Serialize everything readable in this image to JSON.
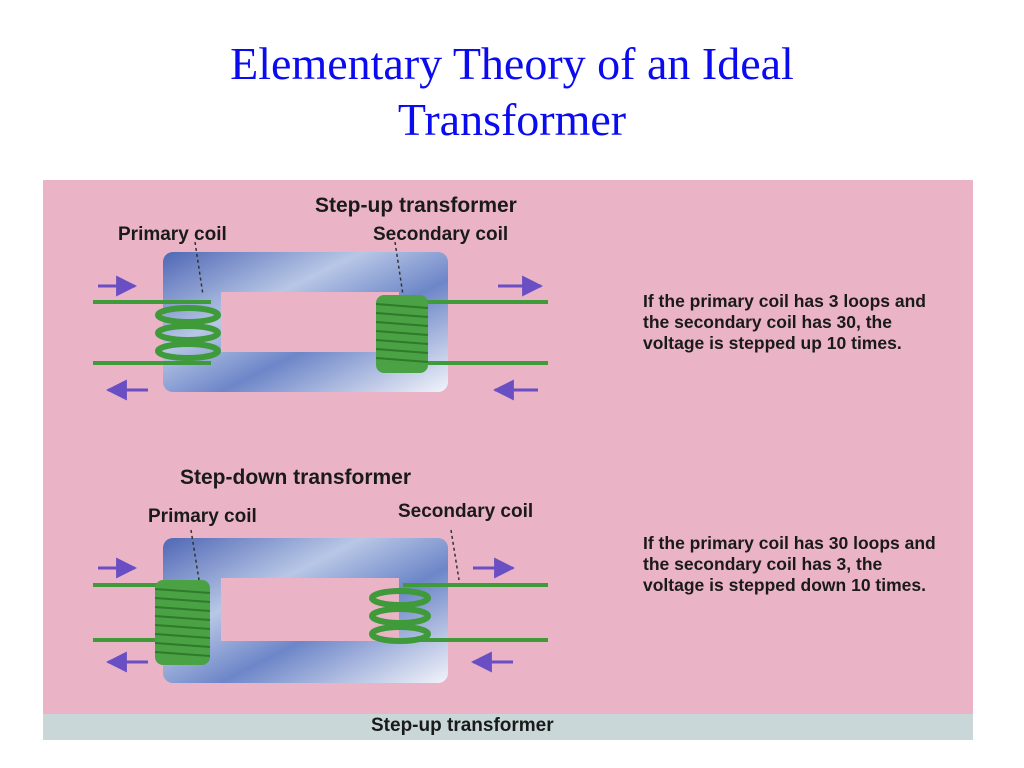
{
  "slide": {
    "title_line1": "Elementary Theory of an Ideal",
    "title_line2": "Transformer"
  },
  "step_up": {
    "heading": "Step-up transformer",
    "primary_label": "Primary coil",
    "secondary_label": "Secondary coil",
    "description": "If the primary coil has 3 loops and the secondary coil has 30, the voltage is stepped up 10 times."
  },
  "step_down": {
    "heading": "Step-down transformer",
    "primary_label": "Primary coil",
    "secondary_label": "Secondary coil",
    "description": "If the primary coil has 30 loops and the secondary coil has 3, the voltage is stepped down 10 times."
  },
  "caption": "Step-up transformer",
  "colors": {
    "title": "#0b0bf0",
    "background_paper": "#ebb3c6",
    "core": "#6f88c8",
    "coil": "#3f9a3a",
    "arrow": "#6a4fc4"
  }
}
